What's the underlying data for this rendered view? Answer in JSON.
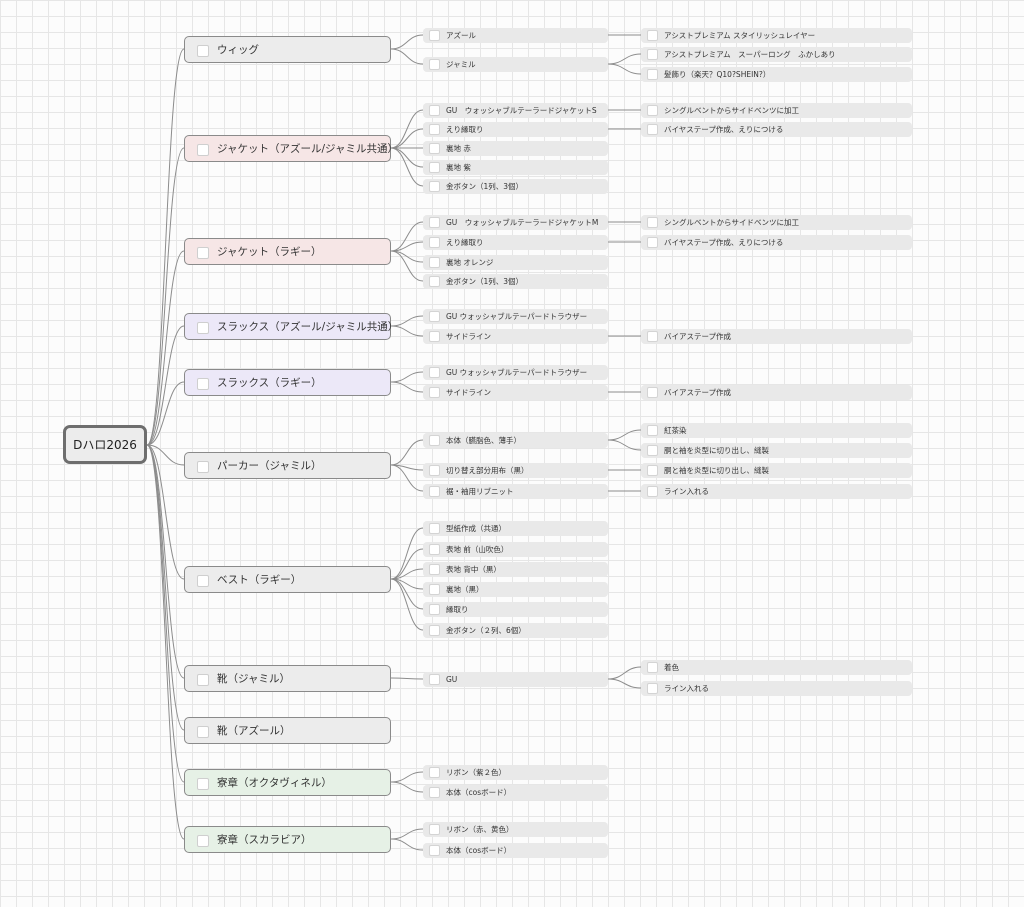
{
  "root": {
    "label": "Dハロ2026"
  },
  "colors": {
    "edge": "#8c8c8c",
    "default": "#ececec",
    "pink": "#f6e6e6",
    "lavender": "#ece8f8",
    "green": "#e6f1e6"
  },
  "branches": [
    {
      "label": "ウィッグ",
      "color": "default",
      "children": [
        {
          "label": "アズール",
          "children": [
            {
              "label": "アシストプレミアム スタイリッシュレイヤー"
            }
          ]
        },
        {
          "label": "ジャミル",
          "children": [
            {
              "label": "アシストプレミアム　スーパーロング　ふかしあり"
            },
            {
              "label": "髪飾り（楽天？Q10?SHEIN?）"
            }
          ]
        }
      ]
    },
    {
      "label": "ジャケット（アズール/ジャミル共通）",
      "color": "pink",
      "children": [
        {
          "label": "GU　ウォッシャブルテーラードジャケットS",
          "children": [
            {
              "label": "シングルベントからサイドベンツに加工"
            }
          ]
        },
        {
          "label": "えり縁取り",
          "children": [
            {
              "label": "バイヤステープ作成、えりにつける"
            }
          ]
        },
        {
          "label": "裏地 赤"
        },
        {
          "label": "裏地 紫"
        },
        {
          "label": "金ボタン（1列、3個）"
        }
      ]
    },
    {
      "label": "ジャケット（ラギー）",
      "color": "pink",
      "children": [
        {
          "label": "GU　ウォッシャブルテーラードジャケットM",
          "children": [
            {
              "label": "シングルベントからサイドベンツに加工"
            }
          ]
        },
        {
          "label": "えり縁取り",
          "children": [
            {
              "label": "バイヤステープ作成、えりにつける"
            }
          ]
        },
        {
          "label": "裏地 オレンジ"
        },
        {
          "label": "金ボタン（1列、3個）"
        }
      ]
    },
    {
      "label": "スラックス（アズール/ジャミル共通）",
      "color": "lavender",
      "children": [
        {
          "label": "GU ウォッシャブルテーパードトラウザー"
        },
        {
          "label": "サイドライン",
          "children": [
            {
              "label": "バイアステープ作成"
            }
          ]
        }
      ]
    },
    {
      "label": "スラックス（ラギー）",
      "color": "lavender",
      "children": [
        {
          "label": "GU ウォッシャブルテーパードトラウザー"
        },
        {
          "label": "サイドライン",
          "children": [
            {
              "label": "バイアステープ作成"
            }
          ]
        }
      ]
    },
    {
      "label": "パーカー（ジャミル）",
      "color": "default",
      "children": [
        {
          "label": "本体（臙脂色、薄手）",
          "children": [
            {
              "label": "紅茶染"
            },
            {
              "label": "胴と袖を炎型に切り出し、縫製"
            }
          ]
        },
        {
          "label": "切り替え部分用布（黒）",
          "children": [
            {
              "label": "胴と袖を炎型に切り出し、縫製"
            }
          ]
        },
        {
          "label": "裾・袖用リブニット",
          "children": [
            {
              "label": "ライン入れる"
            }
          ]
        }
      ]
    },
    {
      "label": "ベスト（ラギー）",
      "color": "default",
      "children": [
        {
          "label": "型紙作成（共通）"
        },
        {
          "label": "表地 前（山吹色）"
        },
        {
          "label": "表地 背中（黒）"
        },
        {
          "label": "裏地（黒）"
        },
        {
          "label": "縁取り"
        },
        {
          "label": "金ボタン（２列、6個）"
        }
      ]
    },
    {
      "label": "靴（ジャミル）",
      "color": "default",
      "children": [
        {
          "label": "GU",
          "children": [
            {
              "label": "着色"
            },
            {
              "label": "ライン入れる"
            }
          ]
        }
      ]
    },
    {
      "label": "靴（アズール）",
      "color": "default",
      "children": []
    },
    {
      "label": "寮章（オクタヴィネル）",
      "color": "green",
      "children": [
        {
          "label": "リボン（紫２色）"
        },
        {
          "label": "本体（cosボード）"
        }
      ]
    },
    {
      "label": "寮章（スカラビア）",
      "color": "green",
      "children": [
        {
          "label": "リボン（赤、黄色）"
        },
        {
          "label": "本体（cosボード）"
        }
      ]
    }
  ]
}
